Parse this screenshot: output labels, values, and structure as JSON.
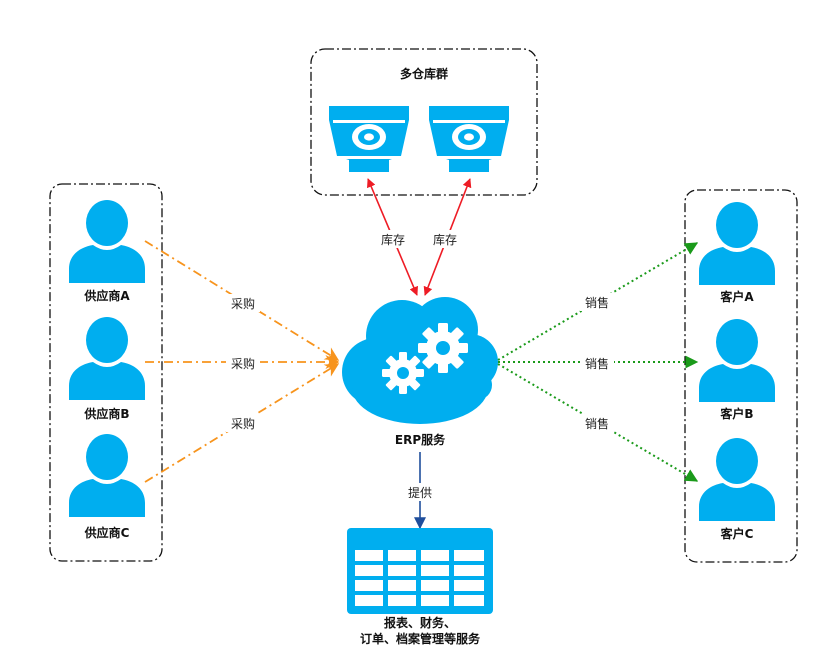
{
  "warehouse_group": {
    "title": "多仓库群",
    "inventory_labels": [
      "库存",
      "库存"
    ]
  },
  "suppliers": [
    {
      "name": "供应商A",
      "edge_label": "采购"
    },
    {
      "name": "供应商B",
      "edge_label": "采购"
    },
    {
      "name": "供应商C",
      "edge_label": "采购"
    }
  ],
  "customers": [
    {
      "name": "客户A",
      "edge_label": "销售"
    },
    {
      "name": "客户B",
      "edge_label": "销售"
    },
    {
      "name": "客户C",
      "edge_label": "销售"
    }
  ],
  "erp": {
    "label": "ERP服务",
    "provide_label": "提供"
  },
  "services": {
    "line1": "报表、财务、",
    "line2": "订单、档案管理等服务"
  },
  "colors": {
    "icon_blue": "#00aeef",
    "procure_orange": "#f7941d",
    "inventory_red": "#ee1c25",
    "sales_green": "#1a9a1a",
    "provide_navy": "#1f4e9c"
  }
}
